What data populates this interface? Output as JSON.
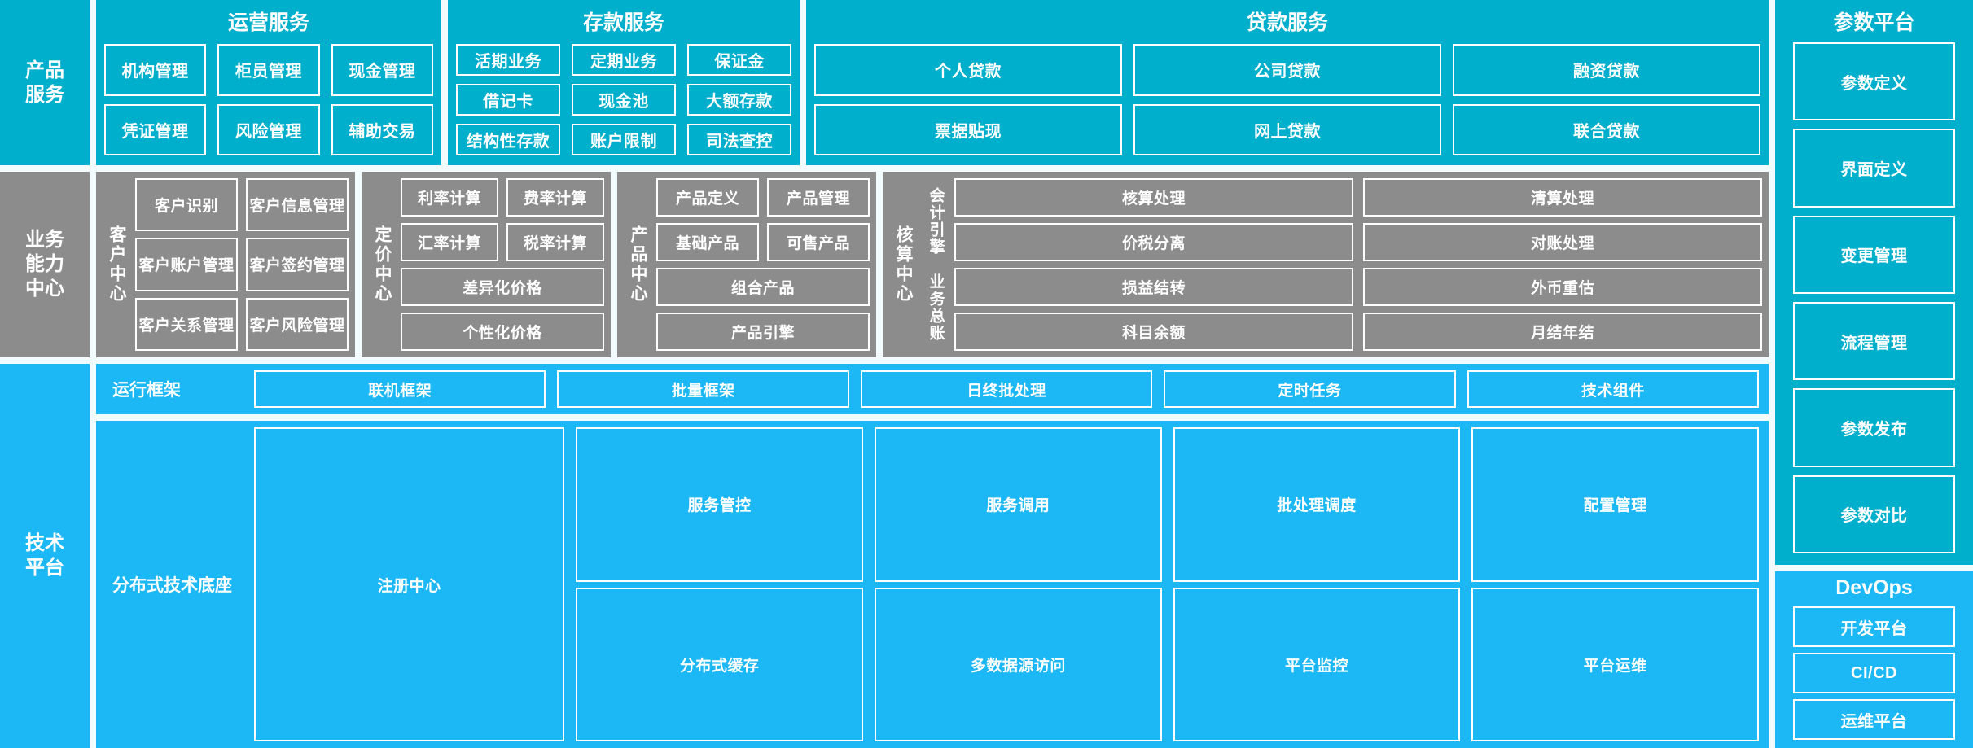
{
  "theme": {
    "cyan": "#00AFCC",
    "grey": "#8C8C8C",
    "bright_blue": "#1CB8F5",
    "background": "#f2fbfd",
    "box_border": "#FFFFFF",
    "text": "#FFFFFF"
  },
  "layers": {
    "product_service": {
      "label": "产品\n服务",
      "groups": [
        {
          "title": "运营服务",
          "items": [
            "机构管理",
            "柜员管理",
            "现金管理",
            "凭证管理",
            "风险管理",
            "辅助交易"
          ]
        },
        {
          "title": "存款服务",
          "items": [
            "活期业务",
            "定期业务",
            "保证金",
            "借记卡",
            "现金池",
            "大额存款",
            "结构性存款",
            "账户限制",
            "司法查控"
          ]
        },
        {
          "title": "贷款服务",
          "items": [
            "个人贷款",
            "公司贷款",
            "融资贷款",
            "票据贴现",
            "网上贷款",
            "联合贷款"
          ]
        }
      ]
    },
    "business_capability": {
      "label": "业务\n能力\n中心",
      "centers": [
        {
          "name": "客户中心",
          "rows": [
            [
              "客户识别",
              "客户信息管理"
            ],
            [
              "客户账户管理",
              "客户签约管理"
            ],
            [
              "客户关系管理",
              "客户风险管理"
            ]
          ]
        },
        {
          "name": "定价中心",
          "rows": [
            [
              "利率计算",
              "费率计算"
            ],
            [
              "汇率计算",
              "税率计算"
            ],
            [
              "差异化价格"
            ],
            [
              "个性化价格"
            ]
          ]
        },
        {
          "name": "产品中心",
          "rows": [
            [
              "产品定义",
              "产品管理"
            ],
            [
              "基础产品",
              "可售产品"
            ],
            [
              "组合产品"
            ],
            [
              "产品引擎"
            ]
          ]
        },
        {
          "name": "核算中心",
          "sub_labels": [
            "会计引擎",
            "业务总账"
          ],
          "rows": [
            [
              "核算处理",
              "清算处理"
            ],
            [
              "价税分离",
              "对账处理"
            ],
            [
              "损益结转",
              "外币重估"
            ],
            [
              "科目余额",
              "月结年结"
            ]
          ]
        }
      ]
    },
    "technical_platform": {
      "label": "技术\n平台",
      "bands": [
        {
          "name": "运行框架",
          "items": [
            "联机框架",
            "批量框架",
            "日终批处理",
            "定时任务",
            "技术组件"
          ]
        },
        {
          "name": "分布式技术底座",
          "feature": "注册中心",
          "columns": [
            [
              "服务管控",
              "分布式缓存"
            ],
            [
              "服务调用",
              "多数据源访问"
            ],
            [
              "批处理调度",
              "平台监控"
            ],
            [
              "配置管理",
              "平台运维"
            ]
          ]
        }
      ]
    }
  },
  "right_columns": {
    "parameter_platform": {
      "title": "参数平台",
      "items": [
        "参数定义",
        "界面定义",
        "变更管理",
        "流程管理",
        "参数发布",
        "参数对比"
      ]
    },
    "devops": {
      "title": "DevOps",
      "items": [
        "开发平台",
        "CI/CD",
        "运维平台"
      ]
    }
  }
}
